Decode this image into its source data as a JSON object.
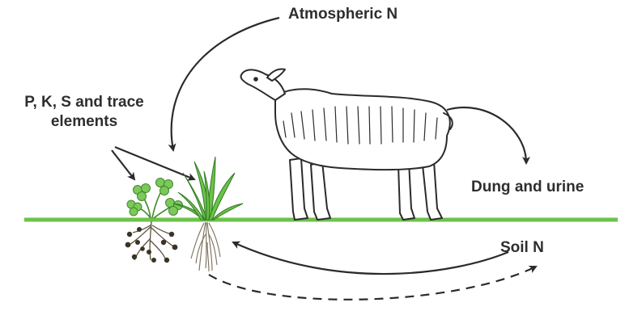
{
  "labels": {
    "atmospheric_n": "Atmospheric N",
    "pks_line1": "P, K, S and trace",
    "pks_line2": "elements",
    "dung_urine": "Dung and urine",
    "soil_n": "Soil N"
  },
  "colors": {
    "ground": "#6cc24a",
    "arrow": "#2b2b2b",
    "text": "#2e2e2e",
    "clover_leaf": "#7cc85a",
    "grass": "#6cc24a",
    "nodule": "#3b3426",
    "root": "#5a5040"
  },
  "icons": [
    "sheep-icon",
    "clover-plant-icon",
    "grass-plant-icon"
  ]
}
